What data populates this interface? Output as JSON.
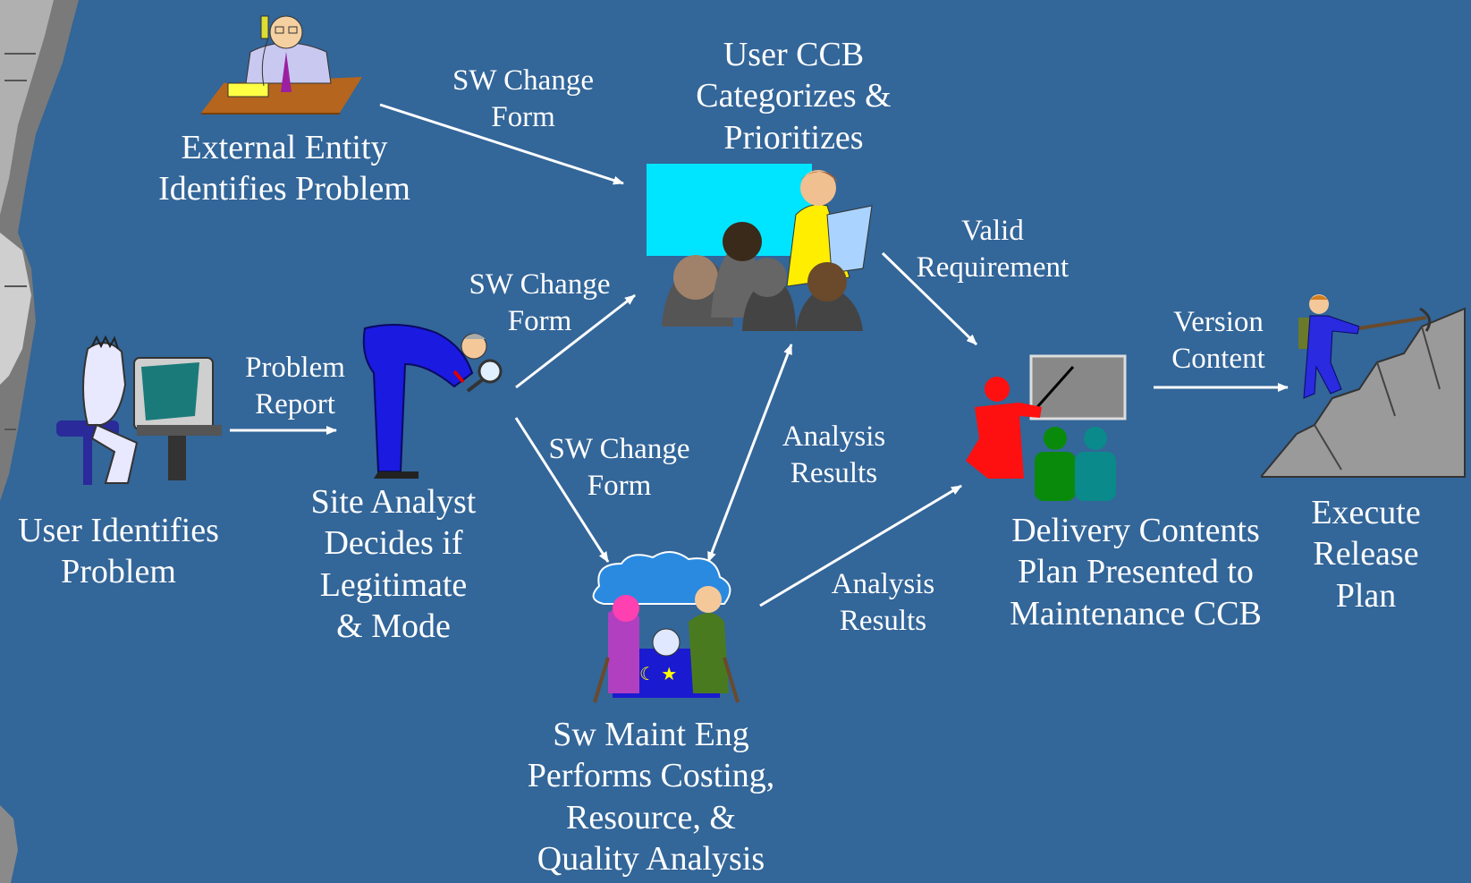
{
  "nodes": {
    "external_entity": "External Entity\nIdentifies Problem",
    "user": "User Identifies\nProblem",
    "site_analyst": "Site Analyst\nDecides if\nLegitimate\n& Mode",
    "user_ccb": "User CCB\nCategorizes &\nPrioritizes",
    "sw_maint_eng": "Sw Maint Eng\nPerforms Costing,\nResource, &\nQuality Analysis",
    "delivery": "Delivery Contents\nPlan Presented to\nMaintenance CCB",
    "execute": "Execute\nRelease\nPlan"
  },
  "edges": {
    "ext_to_ccb": "SW Change\nForm",
    "user_to_analyst": "Problem\nReport",
    "analyst_to_ccb": "SW Change\nForm",
    "analyst_to_eng": "SW Change\nForm",
    "eng_ccb": "Analysis\nResults",
    "ccb_to_delivery": "Valid\nRequirement",
    "eng_to_delivery": "Analysis\nResults",
    "delivery_to_execute": "Version\nContent"
  },
  "colors": {
    "background": "#336699",
    "text": "#ffffff",
    "arrow": "#ffffff"
  }
}
